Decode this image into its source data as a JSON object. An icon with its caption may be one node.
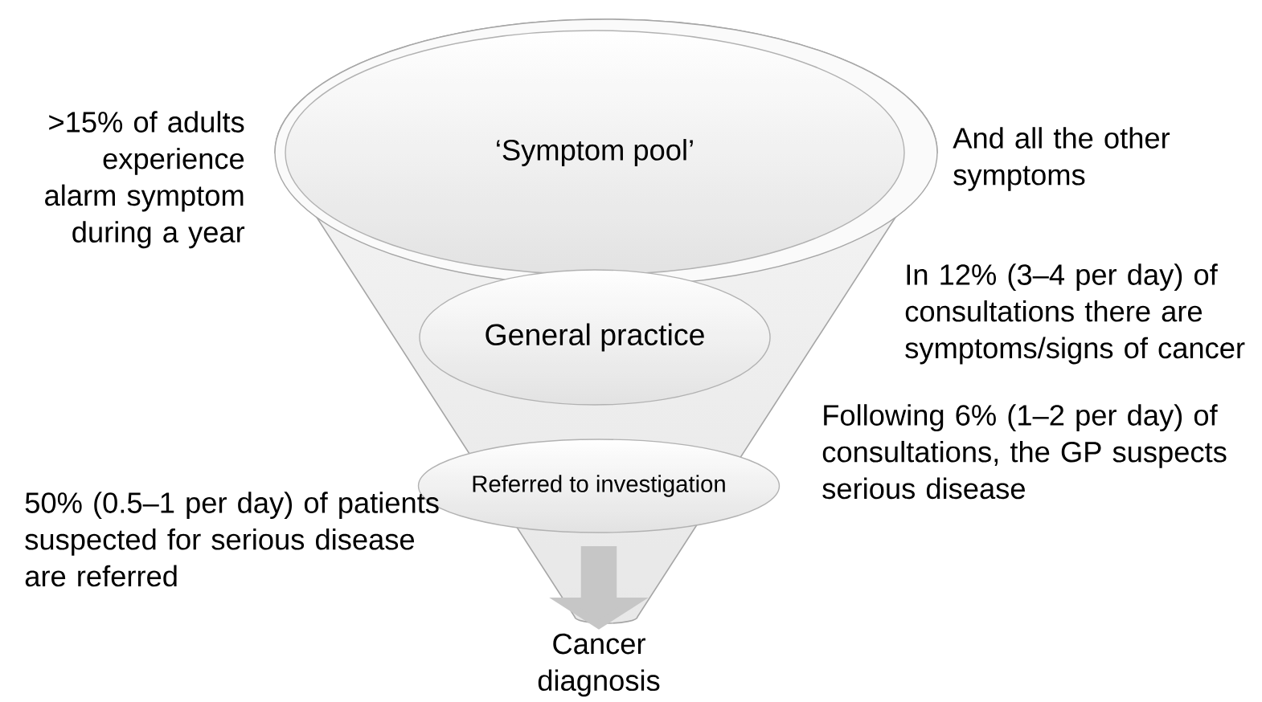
{
  "diagram": {
    "nodes": [
      {
        "text": [],
        "shape": "funnel"
      },
      {
        "text": [
          "‘Symptom pool’"
        ],
        "in": 0
      },
      {
        "text": [
          "General practice"
        ],
        "in": 0
      },
      {
        "text": [
          "Referred to investigation"
        ],
        "in": 0
      },
      {
        "text": [
          "Cancer diagnosis"
        ]
      }
    ],
    "edges": [
      {
        "from": 3,
        "to": 4,
        "arrow": "to"
      }
    ],
    "labels": [
      ">15% of adults experience alarm symptom during a year",
      "And all the other symptoms",
      "In 12% (3–4 per day) of consultations there are symptoms/signs of cancer",
      "Following 6% (1–2 per day) of consultations, the GP suspects serious disease",
      "50% (0.5–1 per day) of patients suspected for serious disease are referred"
    ]
  }
}
